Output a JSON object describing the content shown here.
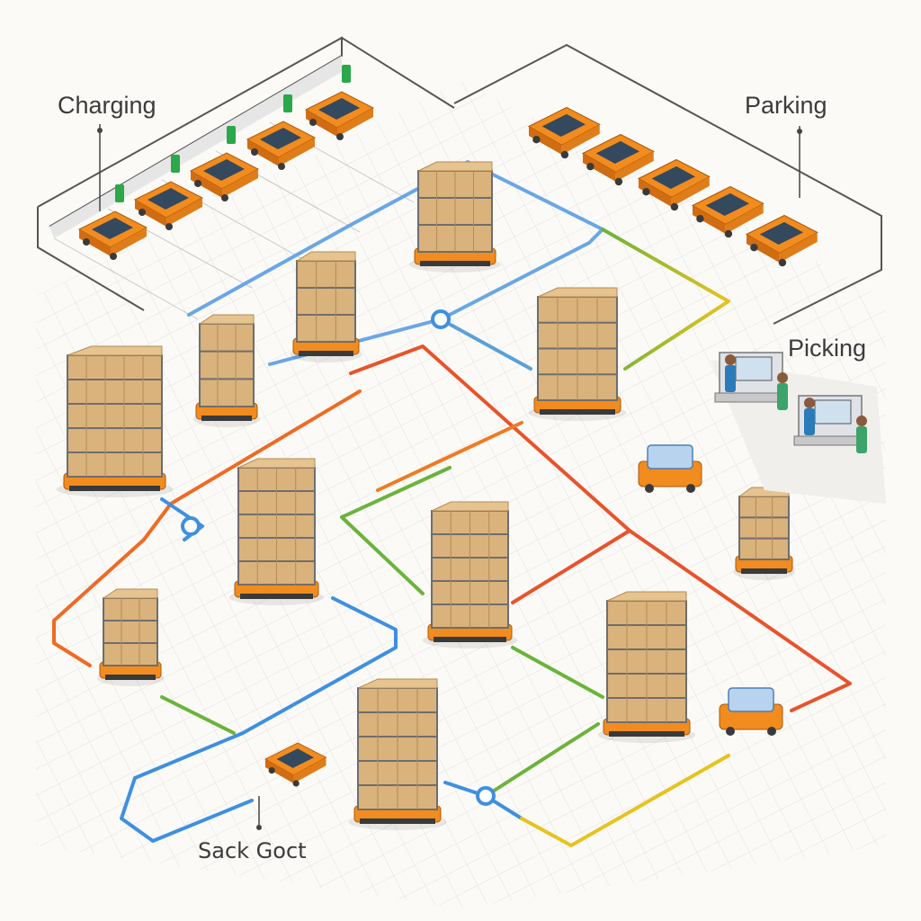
{
  "labels": {
    "charging": "Charging",
    "parking": "Parking",
    "picking": "Picking",
    "bottom": "Sack Goct"
  },
  "colors": {
    "floor": "#fbfaf7",
    "grid": "#dcdcdc",
    "robot_orange": "#f28c1e",
    "robot_dark": "#3a3a3a",
    "box": "#d9b27c",
    "box_dark": "#b58a55",
    "rack": "#6e6e6e",
    "path_blue": "#3f8fe0",
    "path_red": "#e8532b",
    "path_orange": "#f07a22",
    "path_green": "#6bb33a",
    "path_yellow": "#e8c21e",
    "charger_green": "#2aa84a",
    "screen": "#cfe0ef"
  },
  "icons": [
    "charging-station-icon",
    "route-junction-icon",
    "direction-arrow-icon"
  ]
}
